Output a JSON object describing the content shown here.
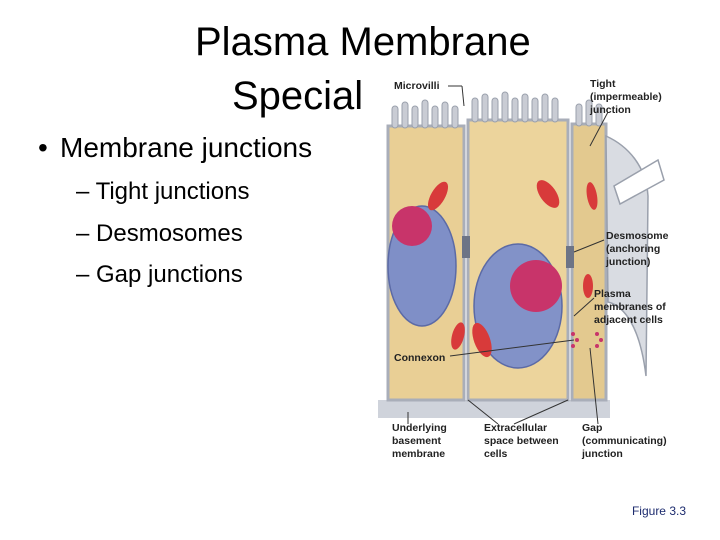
{
  "slide": {
    "title_line1": "Plasma Membrane",
    "title_line2": "Special",
    "bullet": "Membrane junctions",
    "bullet_marker": "•",
    "sub_items": [
      "– Tight junctions",
      "– Desmosomes",
      "– Gap junctions"
    ],
    "figure_caption": "Figure 3.3"
  },
  "figure": {
    "labels": {
      "microvilli": "Microvilli",
      "tight": [
        "Tight",
        "(impermeable)",
        "junction"
      ],
      "desmosome": [
        "Desmosome",
        "(anchoring",
        "junction)"
      ],
      "plasma": [
        "Plasma",
        "membranes of",
        "adjacent cells"
      ],
      "connexon": "Connexon",
      "basement": [
        "Underlying",
        "basement",
        "membrane"
      ],
      "extracellular": [
        "Extracellular",
        "space between",
        "cells"
      ],
      "gap": [
        "Gap",
        "(communicating)",
        " junction"
      ]
    },
    "colors": {
      "cytoplasm": "#e9cf95",
      "nucleus": "#7f8fc7",
      "nucleolus": "#c8346a",
      "organelle": "#d83a3a",
      "membrane": "#b9bec9"
    }
  }
}
